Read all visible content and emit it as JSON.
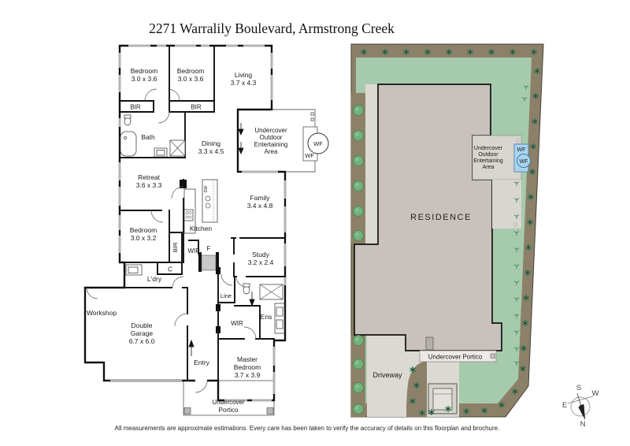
{
  "title": "2271 Warralily Boulevard, Armstrong Creek",
  "disclaimer": "All measurements are approximate estimations. Every care has been taken to verify the accuracy of details on this floorplan and brochure.",
  "floorplan": {
    "bedroom1": [
      "Bedroom",
      "3.0 x 3.6"
    ],
    "bedroom2": [
      "Bedroom",
      "3.0 x 3.6"
    ],
    "living": [
      "Living",
      "3.7 x 4.3"
    ],
    "dining": [
      "Dining",
      "3.3 x 4.5"
    ],
    "family": [
      "Family",
      "3.4 x 4.8"
    ],
    "study": [
      "Study",
      "3.2 x 2.4"
    ],
    "retreat": [
      "Retreat",
      "3.6 x 3.3"
    ],
    "bedroom3": [
      "Bedroom",
      "3.0 x 3.2"
    ],
    "master": [
      "Master",
      "Bedroom",
      "3.7 x 3.9"
    ],
    "garage": [
      "Double",
      "Garage",
      "6.7 x 6.0"
    ],
    "outdoor": [
      "Undercover",
      "Outdoor",
      "Entertaining",
      "Area"
    ],
    "portico": [
      "Undercover",
      "Portico"
    ],
    "bath": "Bath",
    "kitchen": "Kitchen",
    "workshop": "Workshop",
    "entry": "Entry",
    "ldry": "L'dry",
    "wip": "WIP",
    "wir": "WIR",
    "ens": "Ens",
    "line": "Line",
    "bir": "BIR",
    "c": "C",
    "f": "F",
    "dw": "DW",
    "wf": "WF"
  },
  "siteplan": {
    "residence": "RESIDENCE",
    "driveway": "Driveway",
    "portico": "Undercover Portico",
    "outdoor": [
      "Undercover",
      "Outdoor",
      "Entertaining",
      "Area"
    ],
    "wf": "WF"
  },
  "compass": {
    "n": "N",
    "s": "S",
    "e": "E",
    "w": "W"
  },
  "colors": {
    "wall": "#111111",
    "window": "#b3b3b3",
    "garden_bed": "#8c8168",
    "lawn": "#a6cbac",
    "residence": "#c9c2bc",
    "paving": "#dcd9d3",
    "alfresco": "#d8d5cf",
    "water_feature": "#a9d4ee",
    "water_stroke": "#4a7ba6",
    "star_plant": "#2e6b4f",
    "bush": "#74b17c"
  }
}
